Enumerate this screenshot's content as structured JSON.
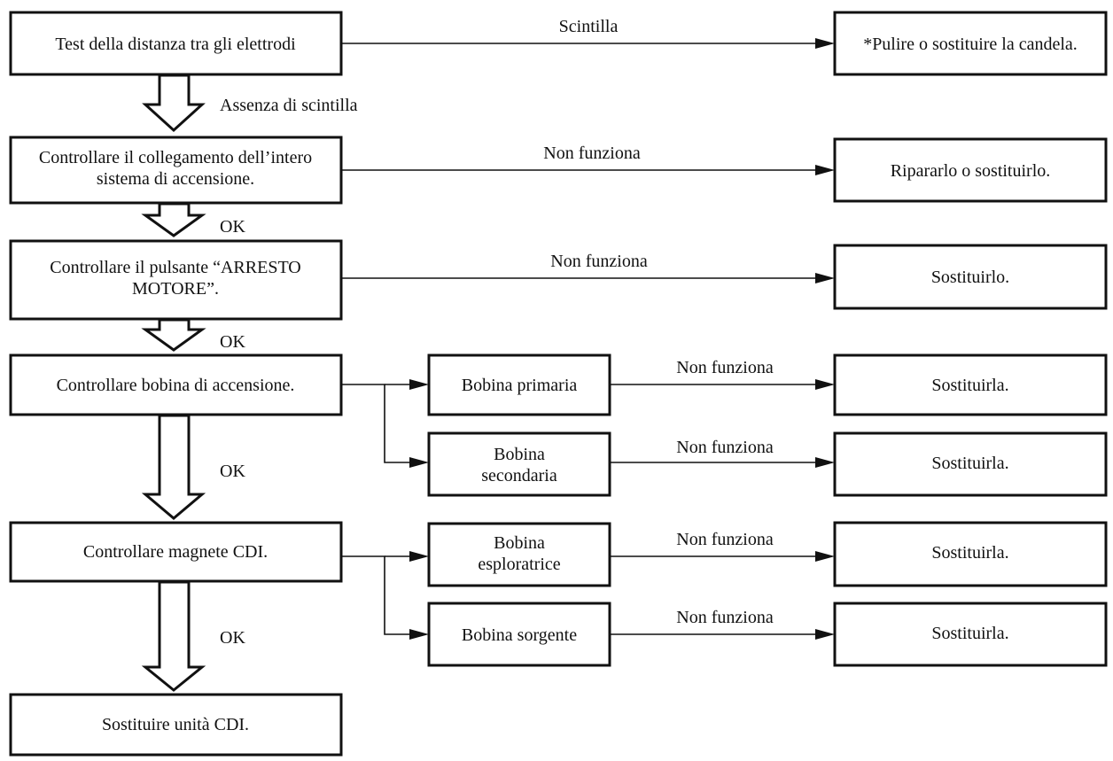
{
  "steps": {
    "s1": {
      "lines": [
        "Test della distanza tra gli elettrodi"
      ]
    },
    "s2": {
      "lines": [
        "Controllare il collegamento dell’intero",
        "sistema di accensione."
      ]
    },
    "s3": {
      "lines": [
        "Controllare il pulsante “ARRESTO",
        "MOTORE”."
      ]
    },
    "s4": {
      "lines": [
        "Controllare bobina di accensione."
      ]
    },
    "s5": {
      "lines": [
        "Controllare magnete CDI."
      ]
    },
    "s6": {
      "lines": [
        "Sostituire unità CDI."
      ]
    }
  },
  "components": {
    "c1": {
      "lines": [
        "Bobina primaria"
      ]
    },
    "c2": {
      "lines": [
        "Bobina",
        "secondaria"
      ]
    },
    "c3": {
      "lines": [
        "Bobina",
        "esploratrice"
      ]
    },
    "c4": {
      "lines": [
        "Bobina sorgente"
      ]
    }
  },
  "actions": {
    "a1": {
      "lines": [
        "*Pulire o sostituire la candela."
      ]
    },
    "a2": {
      "lines": [
        "Ripararlo o sostituirlo."
      ]
    },
    "a3": {
      "lines": [
        "Sostituirlo."
      ]
    },
    "a4": {
      "lines": [
        "Sostituirla."
      ]
    },
    "a5": {
      "lines": [
        "Sostituirla."
      ]
    },
    "a6": {
      "lines": [
        "Sostituirla."
      ]
    },
    "a7": {
      "lines": [
        "Sostituirla."
      ]
    }
  },
  "labels": {
    "spark": "Scintilla",
    "no_spark": "Assenza di scintilla",
    "not_working": "Non funziona",
    "ok": "OK"
  }
}
